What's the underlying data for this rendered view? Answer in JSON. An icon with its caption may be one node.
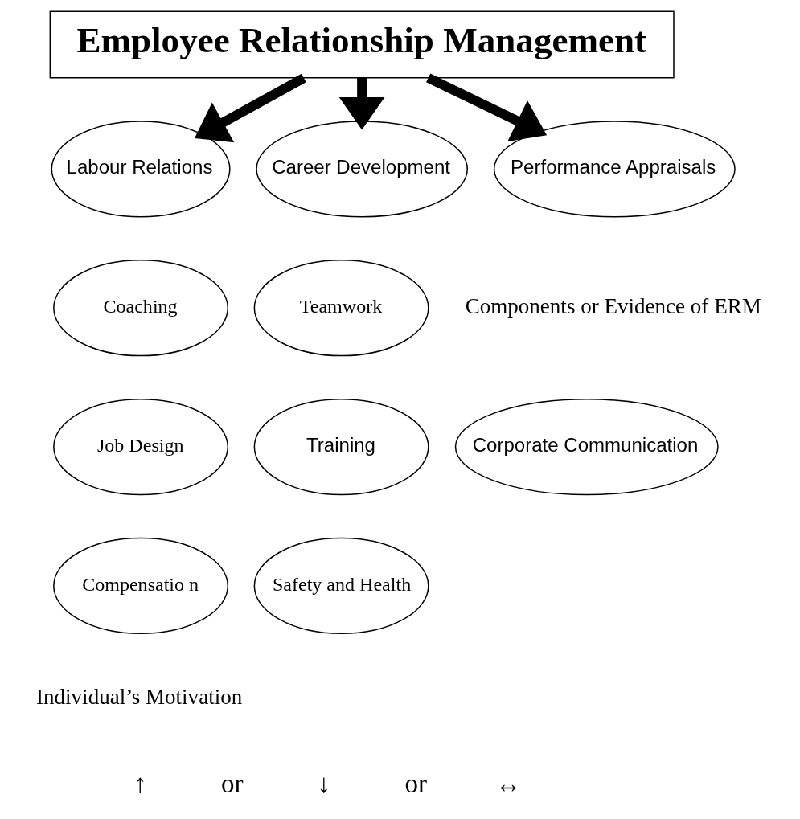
{
  "diagram": {
    "nodes": [
      {
        "text": [
          "Employee Relationship Management"
        ]
      },
      {
        "text": [
          "Labour Relations"
        ]
      },
      {
        "text": [
          "Career Development"
        ]
      },
      {
        "text": [
          "Performance Appraisals"
        ]
      },
      {
        "text": [
          "Coaching"
        ]
      },
      {
        "text": [
          "Teamwork"
        ]
      },
      {
        "text": [
          "Job Design"
        ]
      },
      {
        "text": [
          "Training"
        ]
      },
      {
        "text": [
          "Corporate Communication"
        ]
      },
      {
        "text": [
          "Compensatio n"
        ]
      },
      {
        "text": [
          "Safety and Health"
        ]
      }
    ],
    "edges": [
      {
        "from": 0,
        "to": 1,
        "arrow": "to"
      },
      {
        "from": 0,
        "to": 2,
        "arrow": "to"
      },
      {
        "from": 0,
        "to": 3,
        "arrow": "to"
      }
    ],
    "labels": [
      "Components or Evidence of ERM",
      "Individual’s Motivation",
      "↑",
      "or",
      "↓",
      "or",
      "↔"
    ]
  }
}
